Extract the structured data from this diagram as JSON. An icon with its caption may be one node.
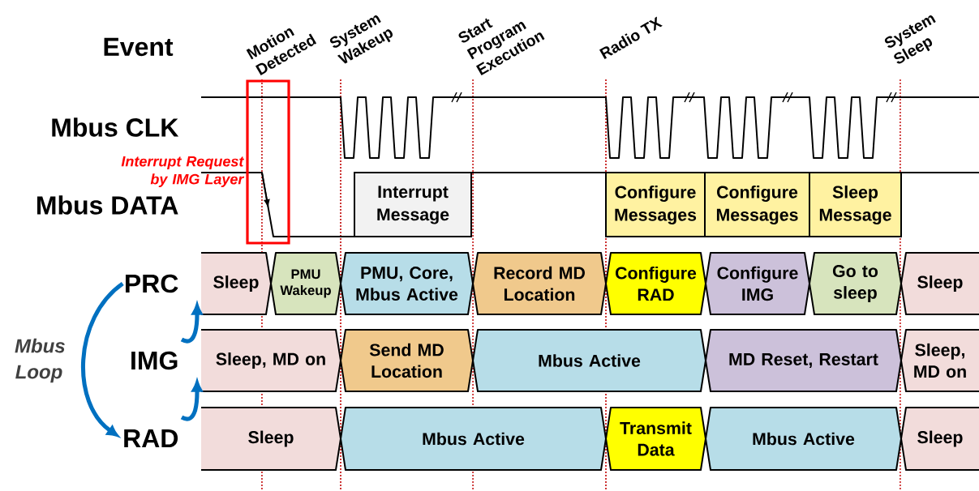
{
  "diagram": {
    "nodes": [
      {
        "text": [
          "Interrupt Message"
        ]
      },
      {
        "text": [
          "Configure Messages"
        ]
      },
      {
        "text": [
          "Configure Messages"
        ]
      },
      {
        "text": [
          "Sleep Message"
        ]
      },
      {
        "text": [
          "PRC"
        ]
      },
      {
        "text": [
          "Sleep"
        ]
      },
      {
        "text": [
          "PMU Wakeup"
        ]
      },
      {
        "text": [
          "PMU, Core, Mbus Active"
        ]
      },
      {
        "text": [
          "Record MD Location"
        ]
      },
      {
        "text": [
          "Configure RAD"
        ]
      },
      {
        "text": [
          "Configure IMG"
        ]
      },
      {
        "text": [
          "Go to sleep"
        ]
      },
      {
        "text": [
          "Sleep"
        ]
      },
      {
        "text": [
          "IMG"
        ]
      },
      {
        "text": [
          "Sleep, MD on"
        ]
      },
      {
        "text": [
          "Send MD Location"
        ]
      },
      {
        "text": [
          "Mbus Active"
        ]
      },
      {
        "text": [
          "MD Reset, Restart"
        ]
      },
      {
        "text": [
          "Sleep, MD on"
        ]
      },
      {
        "text": [
          "RAD"
        ]
      },
      {
        "text": [
          "Sleep"
        ]
      },
      {
        "text": [
          "Mbus Active"
        ]
      },
      {
        "text": [
          "Transmit Data"
        ]
      },
      {
        "text": [
          "Mbus Active"
        ]
      },
      {
        "text": [
          "Sleep"
        ]
      }
    ],
    "edges": [
      {
        "from": 4,
        "to": 19,
        "arrow": "to"
      },
      {
        "from": 13,
        "to": 4,
        "arrow": "to"
      },
      {
        "from": 19,
        "to": 13,
        "arrow": "to"
      }
    ],
    "labels": [
      "Event",
      "Motion Detected",
      "System Wakeup",
      "Start Program Execution",
      "Radio TX",
      "System Sleep",
      "Mbus CLK",
      "Interrupt Request by IMG Layer",
      "Mbus DATA",
      "Mbus Loop"
    ]
  }
}
